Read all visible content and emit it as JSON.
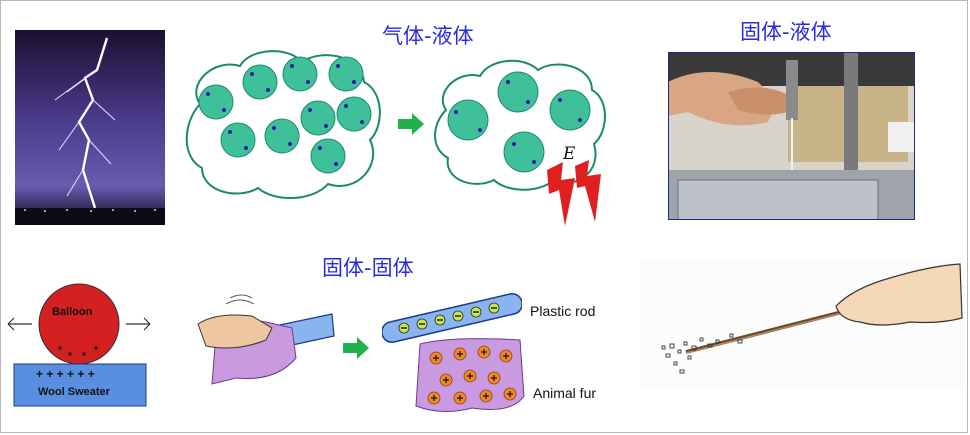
{
  "titles": {
    "gas_liquid": "气体-液体",
    "solid_liquid": "固体-液体",
    "solid_solid": "固体-固体"
  },
  "diagram": {
    "field_symbol": "E",
    "balloon_label": "Balloon",
    "sweater_label": "Wool Sweater",
    "sweater_charges": "+ + + + + +",
    "plastic_rod_label": "Plastic rod",
    "animal_fur_label": "Animal fur"
  },
  "colors": {
    "title": "#2a2ae0",
    "droplet": "#3fbf9a",
    "cloud_stroke": "#1a8a6a",
    "arrow": "#22b04a",
    "lightning_sky": "#3a2a6a",
    "balloon": "#d42020",
    "sweater": "#5a8fe0",
    "rod": "#8ab4f0",
    "fur": "#c99ae0",
    "spark": "#e02020"
  }
}
